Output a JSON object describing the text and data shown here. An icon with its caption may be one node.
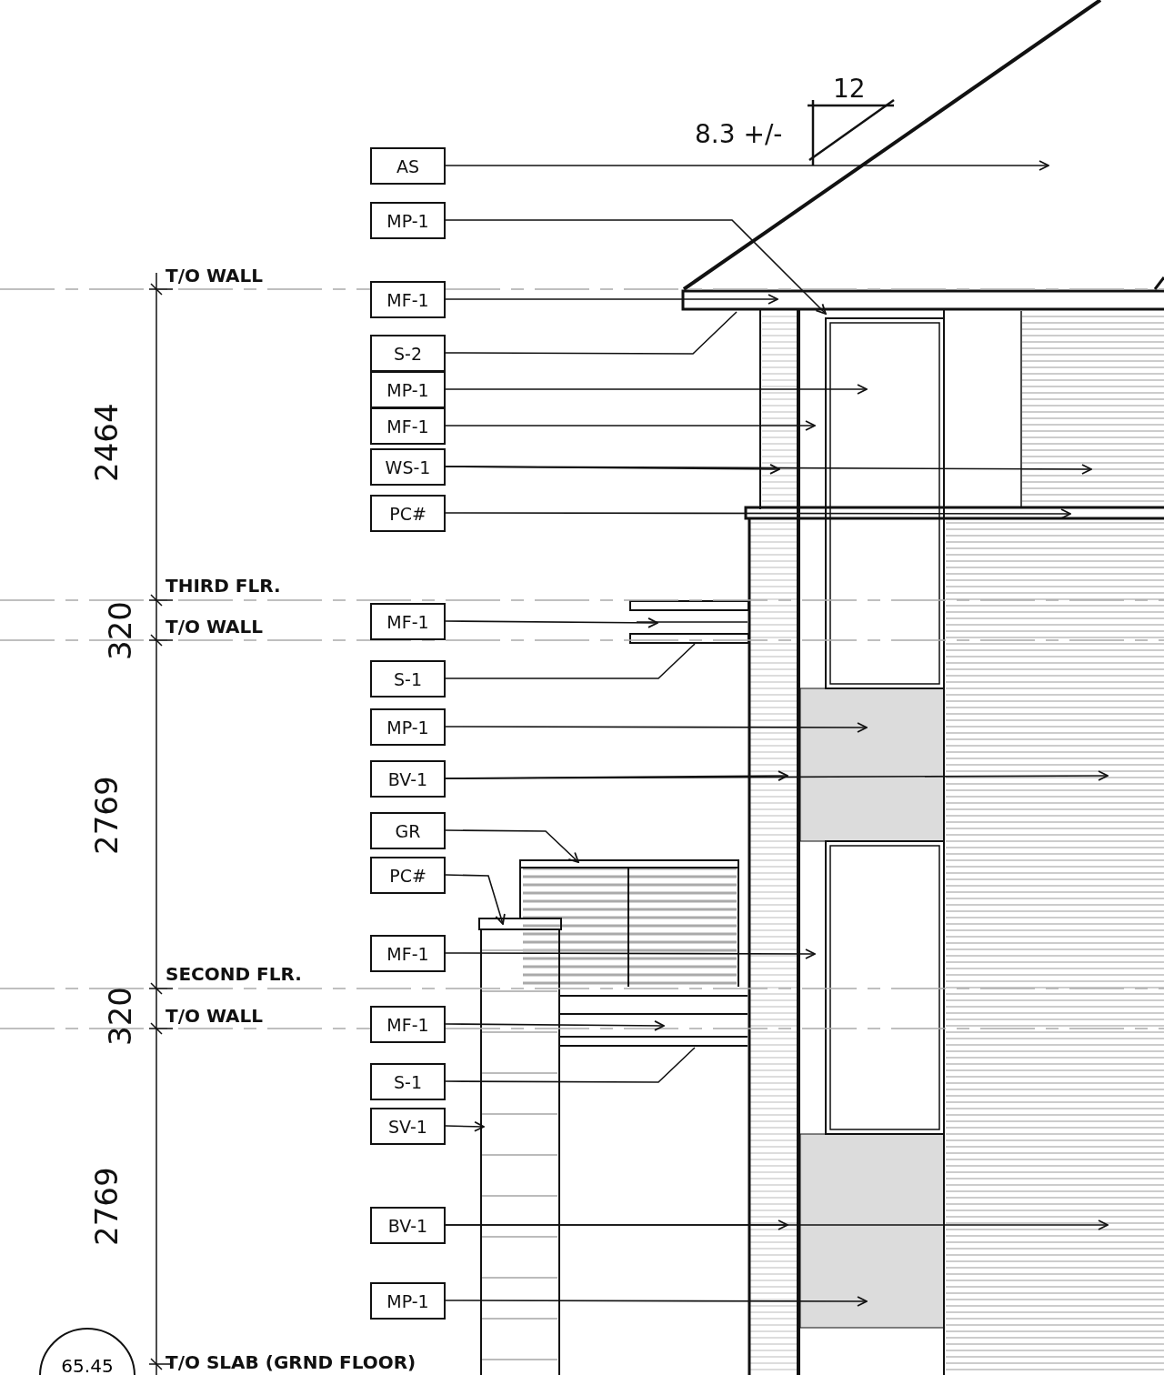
{
  "diagram": {
    "nodes": [
      {
        "text": [
          "AS"
        ]
      },
      {
        "text": [
          "MP-1"
        ]
      },
      {
        "text": [
          "MF-1"
        ]
      },
      {
        "text": [
          "S-2"
        ]
      },
      {
        "text": [
          "MP-1"
        ]
      },
      {
        "text": [
          "MF-1"
        ]
      },
      {
        "text": [
          "WS-1"
        ]
      },
      {
        "text": [
          "PC#"
        ]
      },
      {
        "text": [
          "MF-1"
        ]
      },
      {
        "text": [
          "S-1"
        ]
      },
      {
        "text": [
          "MP-1"
        ]
      },
      {
        "text": [
          "BV-1"
        ]
      },
      {
        "text": [
          "GR"
        ]
      },
      {
        "text": [
          "PC#"
        ]
      },
      {
        "text": [
          "MF-1"
        ]
      },
      {
        "text": [
          "MF-1"
        ]
      },
      {
        "text": [
          "S-1"
        ]
      },
      {
        "text": [
          "SV-1"
        ]
      },
      {
        "text": [
          "BV-1"
        ]
      },
      {
        "text": [
          "MP-1"
        ]
      },
      {
        "text": [
          "65.45"
        ]
      }
    ],
    "edges": [
      {
        "from": 0,
        "to": null,
        "arrow": "to"
      },
      {
        "from": 1,
        "to": null,
        "arrow": "to"
      },
      {
        "from": 2,
        "to": null,
        "arrow": "to"
      },
      {
        "from": 3,
        "to": null,
        "arrow": "none"
      },
      {
        "from": 4,
        "to": null,
        "arrow": "to"
      },
      {
        "from": 5,
        "to": null,
        "arrow": "to"
      },
      {
        "from": 6,
        "to": null,
        "arrow": "to"
      },
      {
        "from": 6,
        "to": null,
        "arrow": "to"
      },
      {
        "from": 7,
        "to": null,
        "arrow": "to"
      },
      {
        "from": 8,
        "to": null,
        "arrow": "to"
      },
      {
        "from": 9,
        "to": null,
        "arrow": "none"
      },
      {
        "from": 10,
        "to": null,
        "arrow": "to"
      },
      {
        "from": 11,
        "to": null,
        "arrow": "to"
      },
      {
        "from": 11,
        "to": null,
        "arrow": "to"
      },
      {
        "from": 12,
        "to": null,
        "arrow": "to"
      },
      {
        "from": 13,
        "to": null,
        "arrow": "to"
      },
      {
        "from": 14,
        "to": null,
        "arrow": "to"
      },
      {
        "from": 15,
        "to": null,
        "arrow": "to"
      },
      {
        "from": 16,
        "to": null,
        "arrow": "none"
      },
      {
        "from": 17,
        "to": null,
        "arrow": "to"
      },
      {
        "from": 18,
        "to": null,
        "arrow": "to"
      },
      {
        "from": 18,
        "to": null,
        "arrow": "to"
      },
      {
        "from": 19,
        "to": null,
        "arrow": "to"
      }
    ],
    "labels": [
      "12",
      "8.3 +/-",
      "T/O WALL",
      "2464",
      "THIRD FLR.",
      "320",
      "T/O WALL",
      "2769",
      "SECOND FLR.",
      "320",
      "T/O WALL",
      "2769",
      "T/O SLAB (GRND FLOOR)"
    ]
  }
}
